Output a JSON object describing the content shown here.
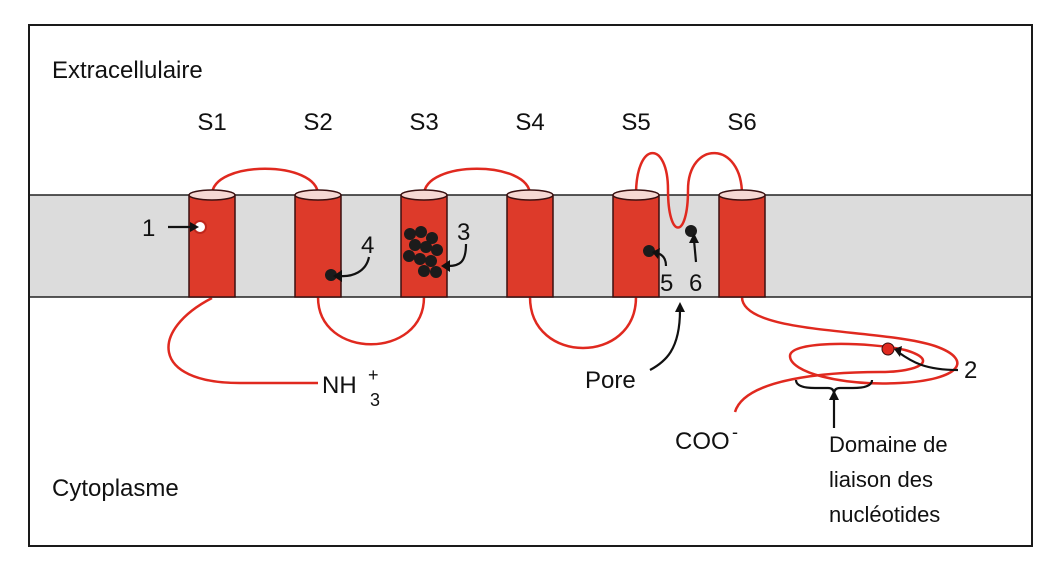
{
  "regions": {
    "extracellular": "Extracellulaire",
    "cytoplasm": "Cytoplasme"
  },
  "segments": [
    "S1",
    "S2",
    "S3",
    "S4",
    "S5",
    "S6"
  ],
  "site_numbers": [
    "1",
    "2",
    "3",
    "4",
    "5",
    "6"
  ],
  "terminals": {
    "n_terminus": {
      "base": "NH",
      "sup": "+",
      "sub": "3"
    },
    "c_terminus": {
      "base": "COO",
      "sup": "-"
    }
  },
  "pore_label": "Pore",
  "domain_label": [
    "Domaine de",
    "liaison des",
    "nucléotides"
  ],
  "colors": {
    "helix": "#dd3a2a",
    "helix_edge": "#3a1010",
    "chain": "#e0291f",
    "membrane": "#dcdcdc",
    "dot": "#1b1b1b"
  }
}
